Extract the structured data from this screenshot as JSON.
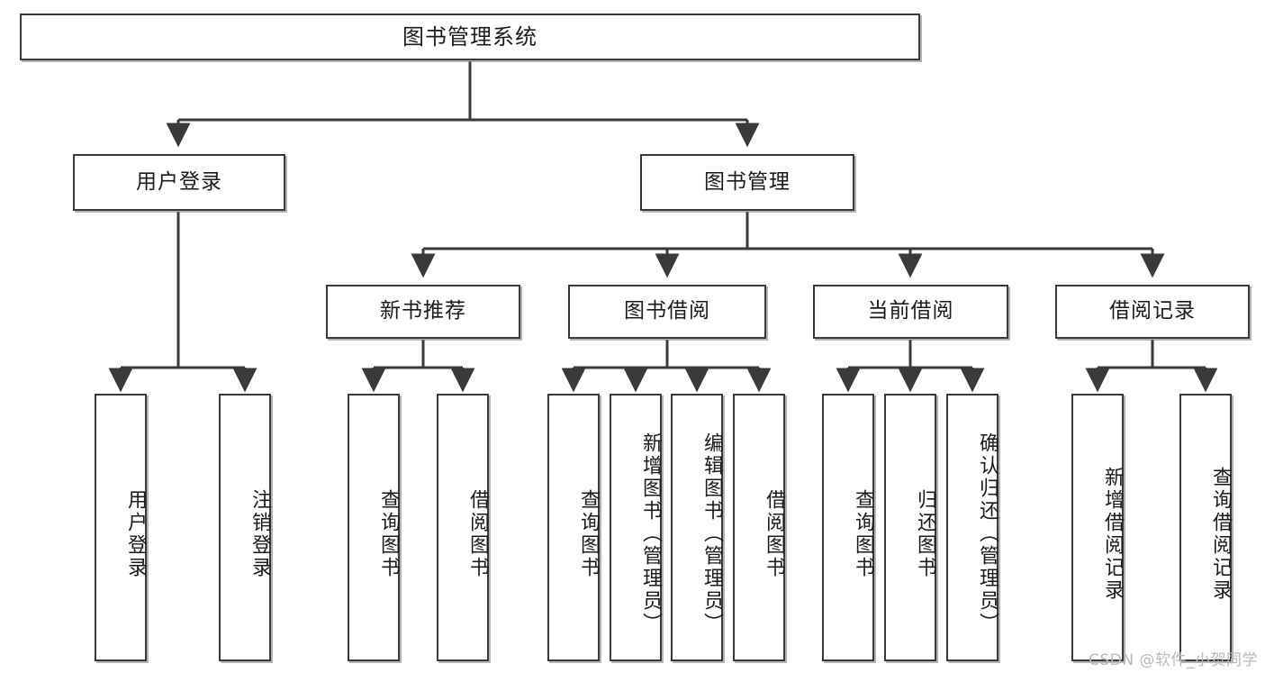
{
  "diagram": {
    "title": "图书管理系统",
    "type": "tree",
    "watermark": "CSDN @软件_小贺同学",
    "colors": {
      "box_border": "#3a3a3a",
      "box_fill": "#ffffff",
      "line": "#3a3a3a",
      "text": "#1b1b1b",
      "watermark": "#b9b9b9"
    },
    "nodes": {
      "root": {
        "label": "图书管理系统"
      },
      "level2": [
        {
          "id": "user-login",
          "label": "用户登录"
        },
        {
          "id": "book-manage",
          "label": "图书管理"
        }
      ],
      "level3": [
        {
          "id": "new-book-rec",
          "label": "新书推荐"
        },
        {
          "id": "book-borrow",
          "label": "图书借阅"
        },
        {
          "id": "current-borrow",
          "label": "当前借阅"
        },
        {
          "id": "borrow-record",
          "label": "借阅记录"
        }
      ],
      "leaves": {
        "user-login": [
          {
            "id": "leaf-user-login",
            "label": "用户登录"
          },
          {
            "id": "leaf-logout",
            "label": "注销登录"
          }
        ],
        "new-book-rec": [
          {
            "id": "leaf-query-book-1",
            "label": "查询图书"
          },
          {
            "id": "leaf-borrow-book-1",
            "label": "借阅图书"
          }
        ],
        "book-borrow": [
          {
            "id": "leaf-query-book-2",
            "label": "查询图书"
          },
          {
            "id": "leaf-add-book",
            "label": "新增图书（管理员）"
          },
          {
            "id": "leaf-edit-book",
            "label": "编辑图书（管理员）"
          },
          {
            "id": "leaf-borrow-book-2",
            "label": "借阅图书"
          }
        ],
        "current-borrow": [
          {
            "id": "leaf-query-book-3",
            "label": "查询图书"
          },
          {
            "id": "leaf-return-book",
            "label": "归还图书"
          },
          {
            "id": "leaf-confirm-return",
            "label": "确认归还（管理员）"
          }
        ],
        "borrow-record": [
          {
            "id": "leaf-add-record",
            "label": "新增借阅记录"
          },
          {
            "id": "leaf-query-record",
            "label": "查询借阅记录"
          }
        ]
      }
    }
  }
}
